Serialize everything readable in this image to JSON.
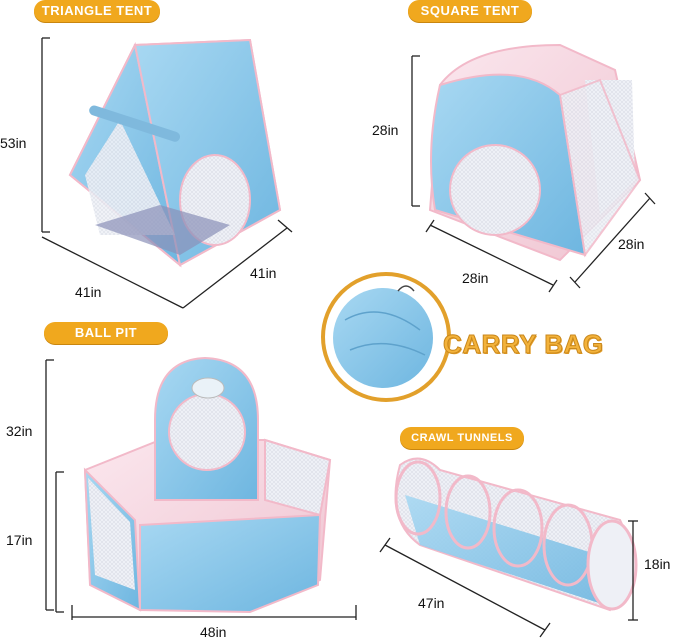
{
  "labels": {
    "triangle": "TRIANGLE TENT",
    "square": "SQUARE TENT",
    "ballpit": "BALL PIT",
    "tunnels": "CRAWL TUNNELS",
    "carry": "CARRY BAG"
  },
  "dims": {
    "tri_height": "53in",
    "tri_width": "41in",
    "tri_depth": "41in",
    "sq_height": "28in",
    "sq_width": "28in",
    "sq_depth": "28in",
    "bp_height": "32in",
    "bp_side": "17in",
    "bp_width": "48in",
    "tun_length": "47in",
    "tun_diam": "18in"
  },
  "colors": {
    "label_bg": "#f0a81e",
    "tent_blue": "#8ec9ea",
    "tent_pink": "#f6d3dd",
    "carry_text": "#f3b23a"
  }
}
